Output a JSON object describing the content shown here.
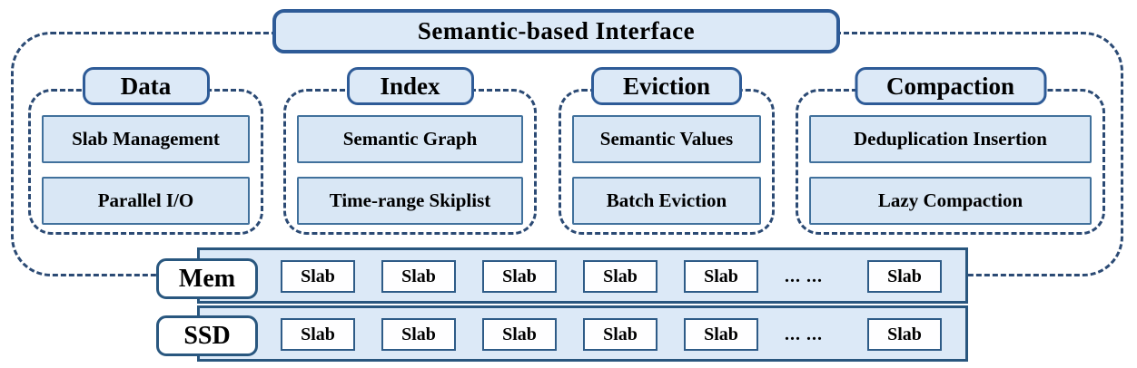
{
  "interface": {
    "label": "Semantic-based Interface"
  },
  "groups": [
    {
      "label": "Data",
      "items": [
        "Slab Management",
        "Parallel I/O"
      ]
    },
    {
      "label": "Index",
      "items": [
        "Semantic Graph",
        "Time-range Skiplist"
      ]
    },
    {
      "label": "Eviction",
      "items": [
        "Semantic Values",
        "Batch Eviction"
      ]
    },
    {
      "label": "Compaction",
      "items": [
        "Deduplication Insertion",
        "Lazy Compaction"
      ]
    }
  ],
  "storage": {
    "rows": [
      {
        "label": "Mem",
        "slabs": [
          "Slab",
          "Slab",
          "Slab",
          "Slab",
          "Slab",
          "Slab"
        ],
        "ellipsis": "... ..."
      },
      {
        "label": "SSD",
        "slabs": [
          "Slab",
          "Slab",
          "Slab",
          "Slab",
          "Slab",
          "Slab"
        ],
        "ellipsis": "... ..."
      }
    ]
  },
  "colors": {
    "box_fill": "#dce9f7",
    "item_fill": "#d9e7f5",
    "solid_border": "#2e5b97",
    "item_border": "#41719c",
    "storage_border": "#29567e",
    "dash_border": "#2b4a74",
    "text": "#000000"
  }
}
